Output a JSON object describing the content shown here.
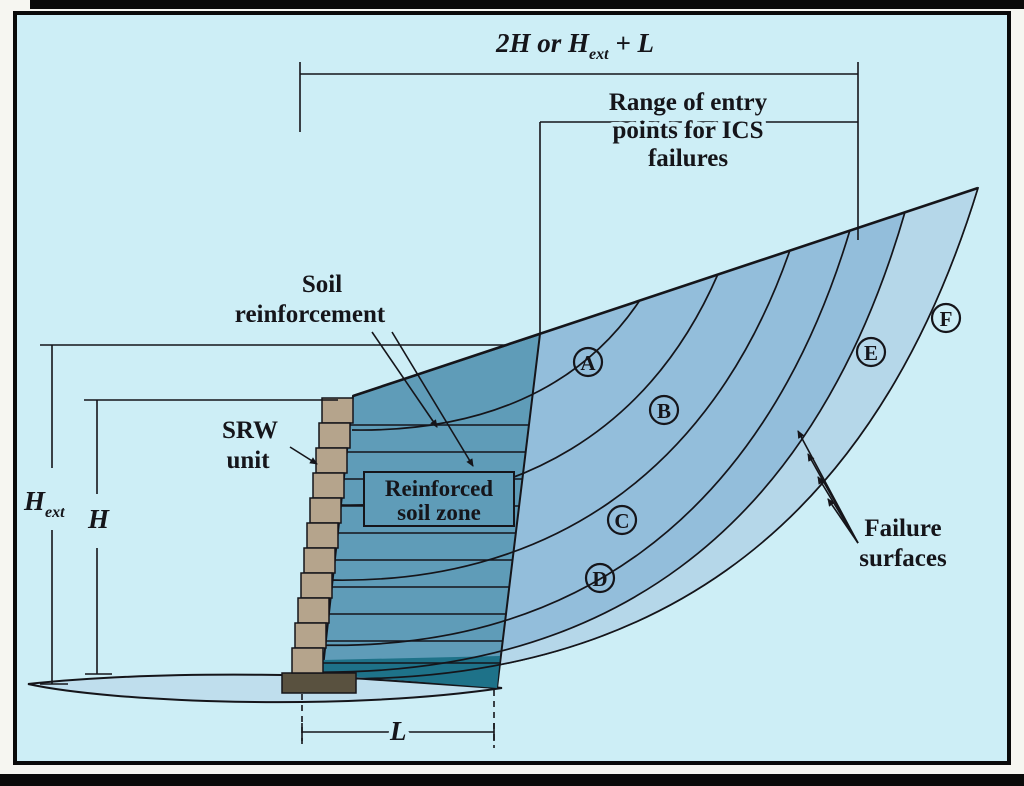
{
  "diagram": {
    "top_dimension": {
      "main": "2H or H",
      "sub": "ext",
      "tail": " + L"
    },
    "range_label": {
      "line1": "Range of entry",
      "line2": "points for ICS",
      "line3": "failures"
    },
    "soil_reinforcement": {
      "line1": "Soil",
      "line2": "reinforcement"
    },
    "srw_unit": {
      "line1": "SRW",
      "line2": "unit"
    },
    "reinforced_zone": {
      "line1": "Reinforced",
      "line2": "soil zone"
    },
    "failure_surfaces": {
      "line1": "Failure",
      "line2": "surfaces"
    },
    "height_ext": {
      "main": "H",
      "sub": "ext"
    },
    "height": "H",
    "length": "L",
    "markers": [
      "A",
      "B",
      "C",
      "D",
      "E",
      "F"
    ],
    "colors": {
      "background": "#cdeef6",
      "soil_mass": "#93bedb",
      "outer_band": "#b5d7e9",
      "reinforced_zone": "#5f9cb8",
      "srw_block": "#b5a48c",
      "leveling_pad": "#59513f",
      "toe_wedge": "#1e7289",
      "foundation_lens": "#bfdeed"
    }
  }
}
